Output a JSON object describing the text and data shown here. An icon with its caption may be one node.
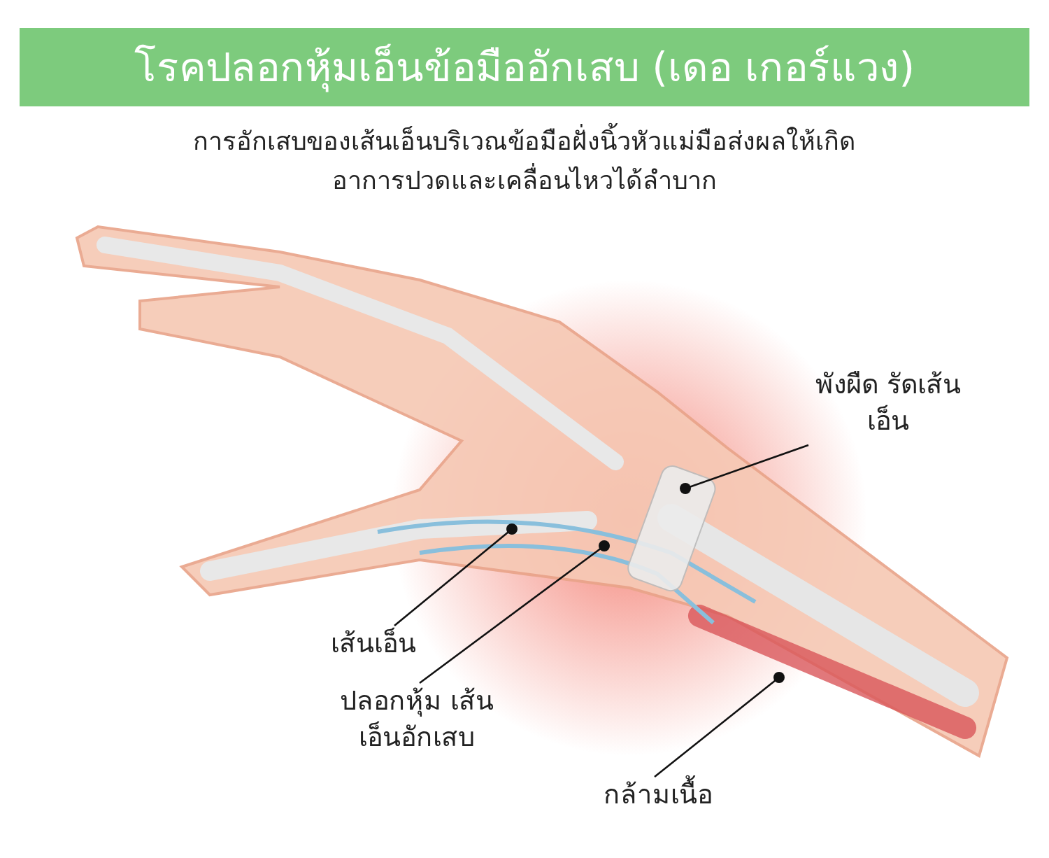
{
  "diagram": {
    "title": "โรคปลอกหุ้มเอ็นข้อมืออักเสบ (เดอ เกอร์แวง)",
    "nodes": [
      {
        "text": [
          "พังผืด รัดเส้นเอ็น"
        ]
      },
      {
        "text": [
          "เส้นเอ็น"
        ]
      },
      {
        "text": [
          "ปลอกหุ้ม เส้นเอ็นอักเสบ"
        ]
      },
      {
        "text": [
          "กล้ามเนื้อ"
        ]
      }
    ],
    "edges": [
      {
        "from": 0,
        "to": null,
        "arrow": "other"
      },
      {
        "from": 1,
        "to": null,
        "arrow": "other"
      },
      {
        "from": 2,
        "to": null,
        "arrow": "other"
      },
      {
        "from": 3,
        "to": null,
        "arrow": "other"
      }
    ],
    "labels": [
      "การอักเสบของเส้นเอ็นบริเวณข้อมือฝั่งนิ้วหัวแม่มือส่งผลให้เกิดอาการปวดและเคลื่อนไหวได้ลำบาก"
    ]
  }
}
